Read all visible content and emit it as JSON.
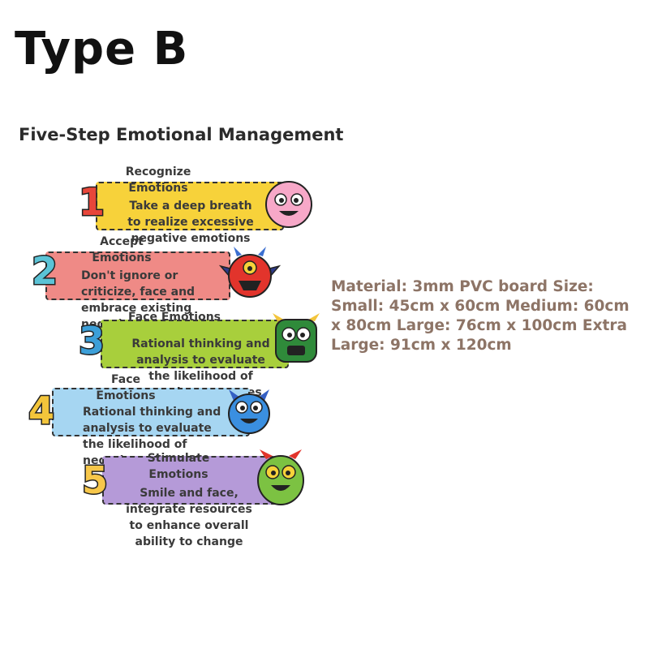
{
  "header": {
    "type_label": "Type B"
  },
  "poster": {
    "title": "Five-Step Emotional Management",
    "steps": [
      {
        "number": "1",
        "title": "Recognize\nEmotions",
        "body": "Take a deep breath\nto realize excessive\nnegative emotions",
        "color": "#f7d23a",
        "number_color": "#e8463a",
        "monster": "pink-fluffy-monster-icon"
      },
      {
        "number": "2",
        "title": "Accept\nEmotions",
        "body": "Don't ignore or\ncriticize, face and\nembrace existing\nnegative emotions",
        "color": "#ef8a86",
        "number_color": "#5bc3d6",
        "monster": "red-horned-monster-icon"
      },
      {
        "number": "3",
        "title": "Face Emotions",
        "body": "Rational thinking and\nanalysis to evaluate\nthe likelihood of\nnegative outcomes",
        "color": "#a8cf3c",
        "number_color": "#3c9fd8",
        "monster": "green-horned-monster-icon"
      },
      {
        "number": "4",
        "title": "Face\nEmotions",
        "body": "Rational thinking and\nanalysis to evaluate\nthe likelihood of\nnegative outcomes",
        "color": "#a6d6f2",
        "number_color": "#f3c53b",
        "monster": "blue-monster-icon"
      },
      {
        "number": "5",
        "title": "Stimulate\nEmotions",
        "body": "Smile and face,\nintegrate resources\nto enhance overall\nability to change",
        "color": "#b59ad8",
        "number_color": "#f7c74a",
        "monster": "green-red-horn-monster-icon"
      }
    ]
  },
  "specs": {
    "text": "Material: 3mm PVC board Size: Small: 45cm x 60cm Medium: 60cm x 80cm Large: 76cm x 100cm Extra Large: 91cm x 120cm"
  }
}
